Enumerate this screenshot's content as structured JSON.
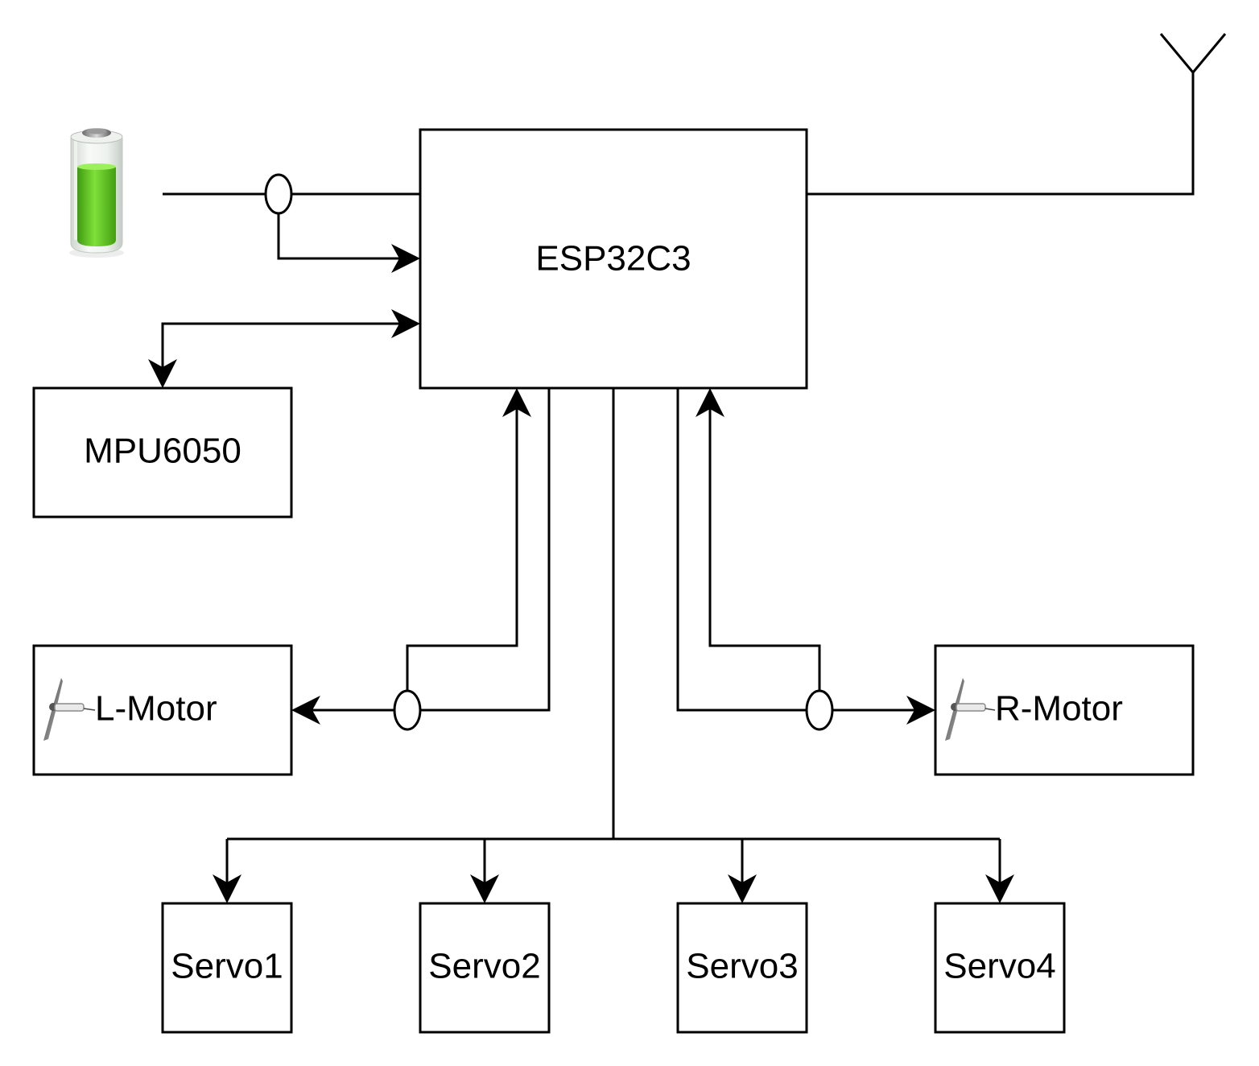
{
  "diagram": {
    "blocks": {
      "mcu": "ESP32C3",
      "imu": "MPU6050",
      "left_motor": "L-Motor",
      "right_motor": "R-Motor",
      "servo1": "Servo1",
      "servo2": "Servo2",
      "servo3": "Servo3",
      "servo4": "Servo4"
    },
    "icons": {
      "power_source": "battery-icon",
      "wireless": "antenna-icon",
      "left_motor_icon": "propeller-motor-icon",
      "right_motor_icon": "propeller-motor-icon"
    },
    "colors": {
      "line": "#000000",
      "battery_charge": "#5cc41a"
    }
  }
}
